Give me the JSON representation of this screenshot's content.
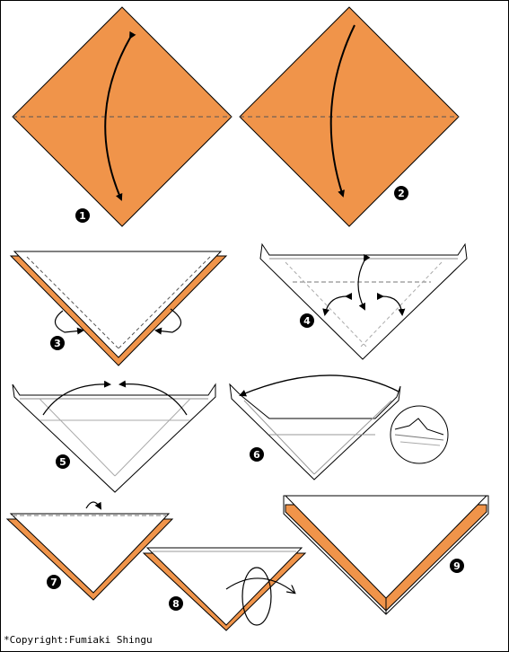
{
  "colors": {
    "paper": "#F0944A",
    "line": "#000000",
    "background": "#FFFFFF"
  },
  "steps": [
    {
      "number": "1"
    },
    {
      "number": "2"
    },
    {
      "number": "3"
    },
    {
      "number": "4"
    },
    {
      "number": "5"
    },
    {
      "number": "6"
    },
    {
      "number": "7"
    },
    {
      "number": "8"
    },
    {
      "number": "9"
    }
  ],
  "copyright": "*Copyright:Fumiaki Shingu"
}
